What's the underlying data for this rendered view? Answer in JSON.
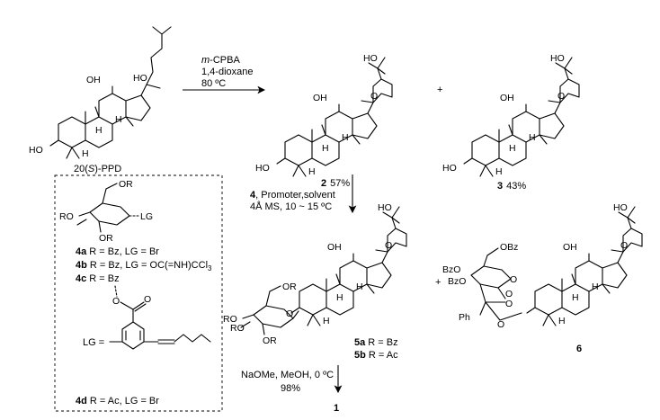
{
  "scheme": {
    "reagents_step1": {
      "line1_prefix": "m",
      "line1_suffix": "-CPBA",
      "line2": "1,4-dioxane",
      "line3": "80 ºC"
    },
    "reagents_step2": {
      "line1_number": "4",
      "line1_rest": ", Promoter,solvent",
      "line2": "4Å MS, 10 ~ 15 ºC"
    },
    "reagents_step3": {
      "line1": "NaOMe, MeOH, 0 ºC",
      "line2": "98%"
    },
    "plus_sign": "+",
    "compounds": {
      "ppd_label": {
        "pre": "20(",
        "italic": "S",
        "post": ")-PPD"
      },
      "c2_number": "2",
      "c2_yield": "57%",
      "c3_number": "3",
      "c3_yield": "43%",
      "c5a_number": "5a",
      "c5a_rest": " R = Bz",
      "c5b_number": "5b",
      "c5b_rest": " R = Ac",
      "c6_number": "6",
      "c1_number": "1"
    },
    "box": {
      "d4a_number": "4a",
      "d4a_rest": " R = Bz, LG = Br",
      "d4b_number": "4b",
      "d4b_rest": " R = Bz, LG = OC(=NH)CCl",
      "d4b_sub": "3",
      "d4c_number": "4c",
      "d4c_rest": " R = Bz",
      "d4d_number": "4d",
      "d4d_rest": " R = Ac, LG = Br",
      "lg_label": "LG =",
      "lg_sugar": "LG"
    },
    "atoms": {
      "HO": "HO",
      "OH": "OH",
      "O": "O",
      "H": "H",
      "OR": "OR",
      "RO": "RO",
      "OBz": "OBz",
      "BzO": "BzO",
      "Ph": "Ph"
    }
  }
}
